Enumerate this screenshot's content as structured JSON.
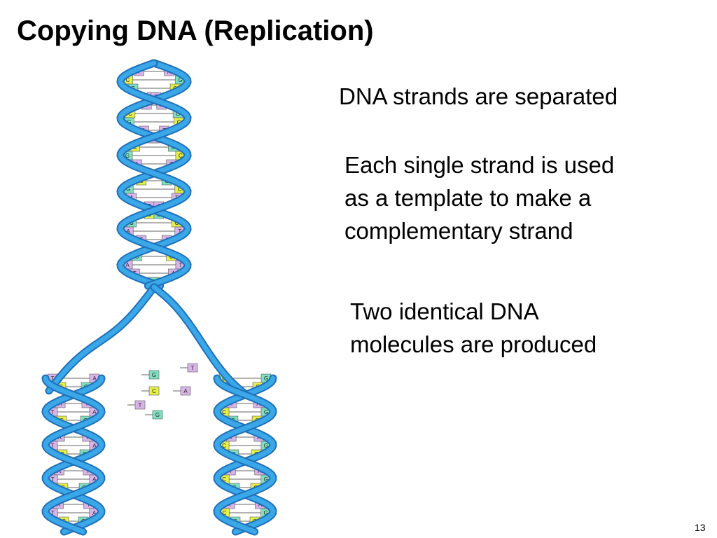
{
  "slide": {
    "title": "Copying DNA (Replication)",
    "points": [
      {
        "lines": [
          "DNA strands are separated"
        ]
      },
      {
        "lines": [
          "Each single strand is used",
          "as a template to make a",
          "complementary strand"
        ]
      },
      {
        "lines": [
          "Two identical DNA",
          "molecules are produced"
        ]
      }
    ],
    "page_number": "13"
  },
  "illustration": {
    "base_letters": [
      "A",
      "T",
      "C",
      "G"
    ],
    "colors": {
      "strand": "#3aa8e8",
      "strand_outline": "#1f6fb8",
      "base_A": "#d8b4e8",
      "base_T": "#d8b4e8",
      "base_C": "#e6f04a",
      "base_G": "#7ee0c0"
    }
  }
}
